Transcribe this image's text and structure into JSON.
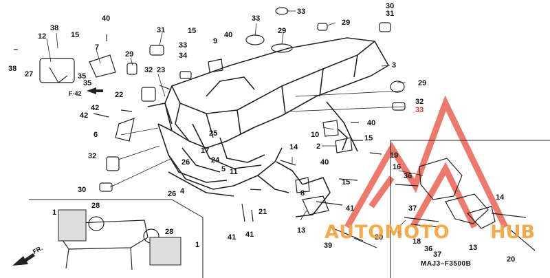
{
  "diagram": {
    "part_code": "MAJ3–F3500B",
    "page_reference": "F-42",
    "direction_marker": "FR.",
    "watermark": {
      "auto_text": "AUTOMOTO",
      "hub_text": "HUB",
      "color": "#f4a23a",
      "logo_color": "#e74c3c"
    },
    "callouts": [
      {
        "id": "c40a",
        "text": "40"
      },
      {
        "id": "c38a",
        "text": "38"
      },
      {
        "id": "c12",
        "text": "12"
      },
      {
        "id": "c15a",
        "text": "15"
      },
      {
        "id": "c7",
        "text": "7"
      },
      {
        "id": "c38b",
        "text": "38"
      },
      {
        "id": "c27",
        "text": "27"
      },
      {
        "id": "c35a",
        "text": "35"
      },
      {
        "id": "c35b",
        "text": "35"
      },
      {
        "id": "c29a",
        "text": "29"
      },
      {
        "id": "c31a",
        "text": "31"
      },
      {
        "id": "c33a",
        "text": "33"
      },
      {
        "id": "c34",
        "text": "34"
      },
      {
        "id": "c15b",
        "text": "15"
      },
      {
        "id": "c9",
        "text": "9"
      },
      {
        "id": "c40b",
        "text": "40"
      },
      {
        "id": "c33b",
        "text": "33"
      },
      {
        "id": "c33c",
        "text": "33"
      },
      {
        "id": "c29b",
        "text": "29"
      },
      {
        "id": "c29c",
        "text": "29"
      },
      {
        "id": "c30a",
        "text": "30"
      },
      {
        "id": "c31b",
        "text": "31"
      },
      {
        "id": "c3",
        "text": "3"
      },
      {
        "id": "c29d",
        "text": "29"
      },
      {
        "id": "c32a",
        "text": "32"
      },
      {
        "id": "c33d",
        "text": "33",
        "red": true
      },
      {
        "id": "c23",
        "text": "23"
      },
      {
        "id": "c32b",
        "text": "32"
      },
      {
        "id": "c22",
        "text": "22"
      },
      {
        "id": "c42a",
        "text": "42"
      },
      {
        "id": "c42b",
        "text": "42"
      },
      {
        "id": "c6",
        "text": "6"
      },
      {
        "id": "c32c",
        "text": "32"
      },
      {
        "id": "c30b",
        "text": "30"
      },
      {
        "id": "c40c",
        "text": "40"
      },
      {
        "id": "c10",
        "text": "10"
      },
      {
        "id": "c2",
        "text": "2"
      },
      {
        "id": "c15c",
        "text": "15"
      },
      {
        "id": "c19",
        "text": "19"
      },
      {
        "id": "c25",
        "text": "25"
      },
      {
        "id": "c17",
        "text": "17"
      },
      {
        "id": "c24",
        "text": "24"
      },
      {
        "id": "c5a",
        "text": "5"
      },
      {
        "id": "c11",
        "text": "11"
      },
      {
        "id": "c26a",
        "text": "26"
      },
      {
        "id": "c26b",
        "text": "26"
      },
      {
        "id": "c4",
        "text": "4"
      },
      {
        "id": "c14a",
        "text": "14"
      },
      {
        "id": "c40d",
        "text": "40"
      },
      {
        "id": "c15d",
        "text": "15"
      },
      {
        "id": "c8",
        "text": "8"
      },
      {
        "id": "c41a",
        "text": "41"
      },
      {
        "id": "c21",
        "text": "21"
      },
      {
        "id": "c41b",
        "text": "41"
      },
      {
        "id": "c41c",
        "text": "41"
      },
      {
        "id": "c13a",
        "text": "13"
      },
      {
        "id": "c39",
        "text": "39"
      },
      {
        "id": "c20a",
        "text": "20"
      },
      {
        "id": "c28a",
        "text": "28"
      },
      {
        "id": "c1a",
        "text": "1"
      },
      {
        "id": "c28b",
        "text": "28"
      },
      {
        "id": "c1b",
        "text": "1"
      },
      {
        "id": "c16",
        "text": "16"
      },
      {
        "id": "c36a",
        "text": "36"
      },
      {
        "id": "c37a",
        "text": "37"
      },
      {
        "id": "c14b",
        "text": "14"
      },
      {
        "id": "c5b",
        "text": "5"
      },
      {
        "id": "c18",
        "text": "18"
      },
      {
        "id": "c36b",
        "text": "36"
      },
      {
        "id": "c37b",
        "text": "37"
      },
      {
        "id": "c13b",
        "text": "13"
      },
      {
        "id": "c20b",
        "text": "20"
      }
    ]
  }
}
